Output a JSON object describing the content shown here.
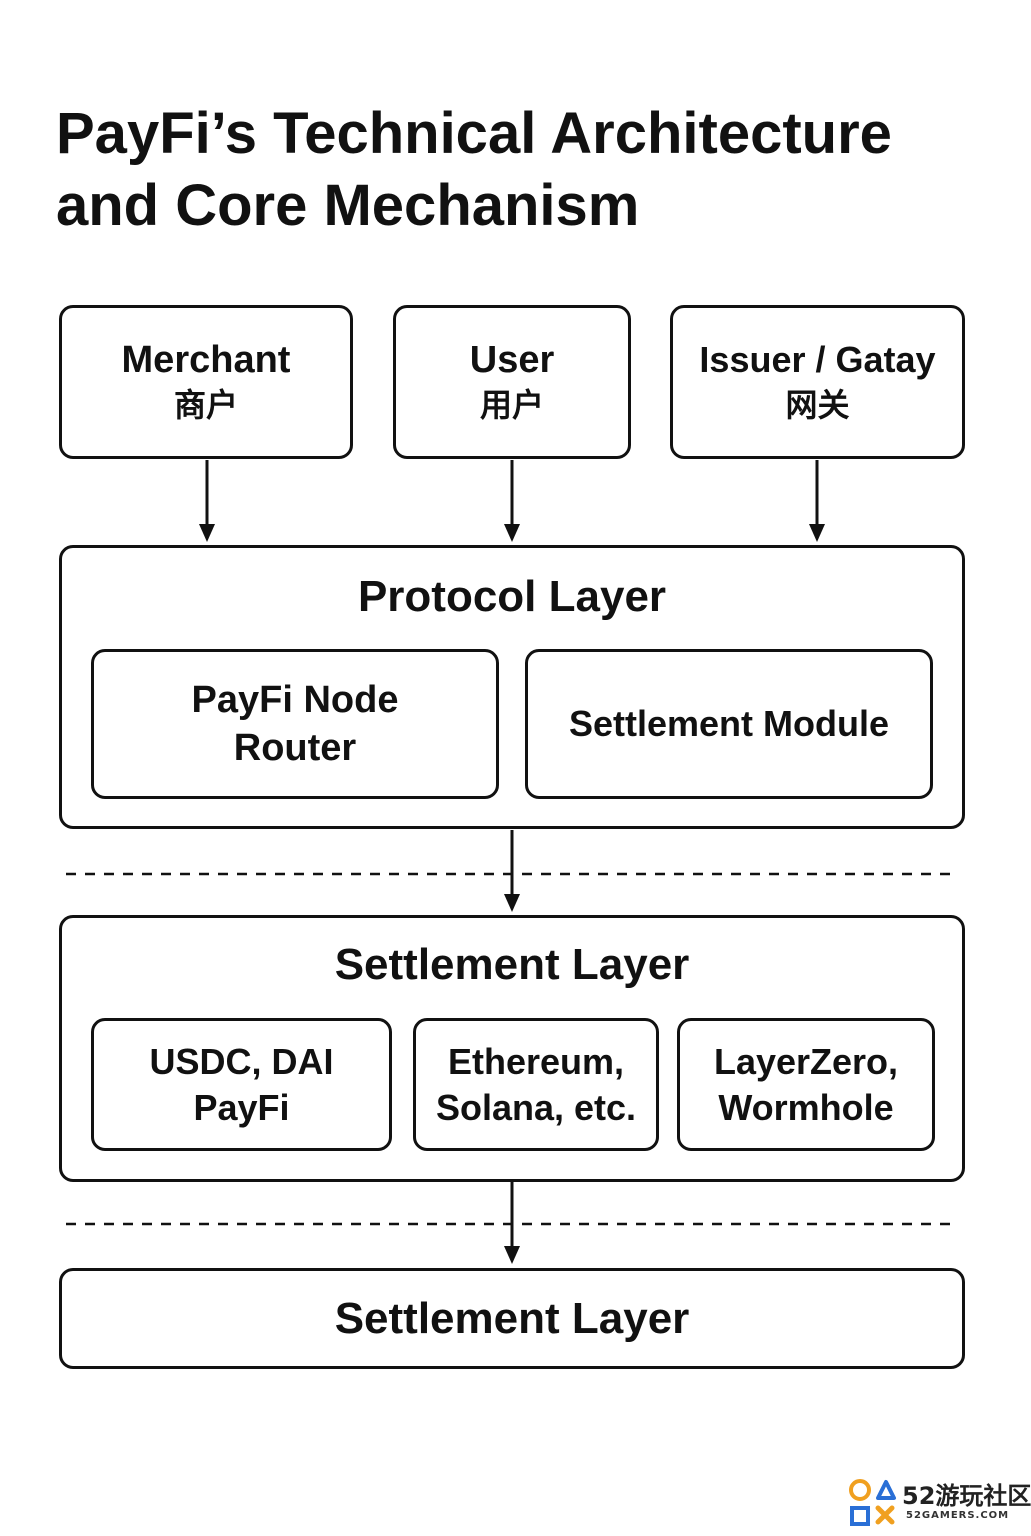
{
  "title_line1": "PayFi’s Technical Architecture",
  "title_line2": "and Core Mechanism",
  "top_boxes": {
    "merchant": {
      "en": "Merchant",
      "cn": "商户"
    },
    "user": {
      "en": "User",
      "cn": "用户"
    },
    "issuer": {
      "en": "Issuer / Gatay",
      "cn": "网关"
    }
  },
  "protocol_layer": {
    "title": "Protocol Layer",
    "node_router": "PayFi Node\nRouter",
    "settlement_module": "Settlement Module"
  },
  "settlement_layer": {
    "title": "Settlement Layer",
    "stablecoins": "USDC, DAI\nPayFi",
    "chains": "Ethereum,\nSolana, etc.",
    "bridges": "LayerZero,\nWormhole"
  },
  "bottom_layer": {
    "title": "Settlement Layer"
  },
  "watermark": {
    "text": "52游玩社区",
    "sub": "52GAMERS.COM"
  }
}
